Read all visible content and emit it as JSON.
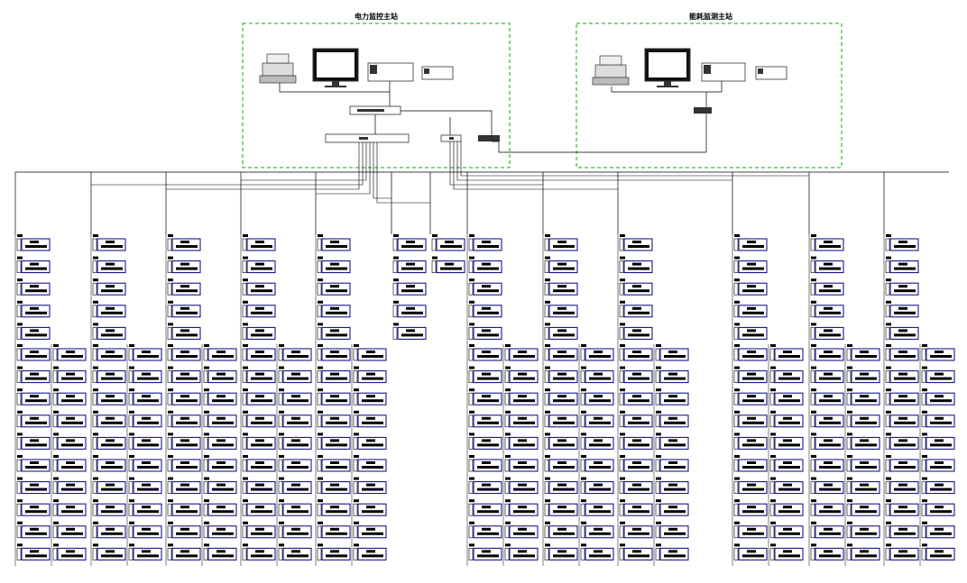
{
  "stations": {
    "power": {
      "title": "电力监控主站"
    },
    "energy": {
      "title": "能耗监测主站"
    }
  },
  "colors": {
    "boundary": "#00b000",
    "device_border": "#000080",
    "device_fill": "#ffffff",
    "line": "#000000"
  },
  "icons": [
    "printer-icon",
    "monitor-icon",
    "workstation-icon",
    "ups-icon",
    "network-switch-icon",
    "serial-server-icon",
    "meter-icon"
  ],
  "columns": [
    {
      "id": "c01",
      "kind": "double",
      "top_rows": 5,
      "bottom_rows": 10
    },
    {
      "id": "c02",
      "kind": "double",
      "top_rows": 5,
      "bottom_rows": 10
    },
    {
      "id": "c03",
      "kind": "double",
      "top_rows": 5,
      "bottom_rows": 10
    },
    {
      "id": "c04",
      "kind": "double",
      "top_rows": 5,
      "bottom_rows": 10
    },
    {
      "id": "c05",
      "kind": "double",
      "top_rows": 5,
      "bottom_rows": 10
    },
    {
      "id": "c06",
      "kind": "single",
      "top_rows": 5,
      "bottom_rows": 0
    },
    {
      "id": "c07",
      "kind": "single",
      "top_rows": 2,
      "bottom_rows": 0
    },
    {
      "id": "c08",
      "kind": "double",
      "top_rows": 5,
      "bottom_rows": 10
    },
    {
      "id": "c09",
      "kind": "double",
      "top_rows": 5,
      "bottom_rows": 10
    },
    {
      "id": "c10",
      "kind": "double",
      "top_rows": 5,
      "bottom_rows": 10
    },
    {
      "id": "c11",
      "kind": "double",
      "top_rows": 5,
      "bottom_rows": 10
    },
    {
      "id": "c12",
      "kind": "double",
      "top_rows": 5,
      "bottom_rows": 10
    },
    {
      "id": "c13",
      "kind": "double",
      "top_rows": 5,
      "bottom_rows": 10
    }
  ]
}
